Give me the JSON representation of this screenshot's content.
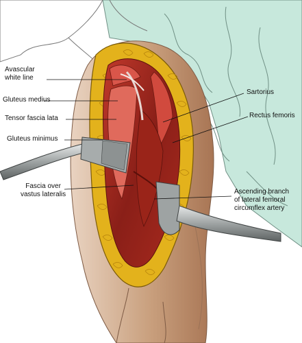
{
  "labels": {
    "avascular_white_line": {
      "line1": "Avascular",
      "line2": "white line"
    },
    "gluteus_medius": "Gluteus medius",
    "tensor_fascia_lata": "Tensor fascia lata",
    "gluteus_minimus": "Gluteus minimus",
    "fascia_over_vastus": {
      "line1": "Fascia over",
      "line2": "vastus lateralis"
    },
    "sartorius": "Sartorius",
    "rectus_femoris": "Rectus femoris",
    "ascending_branch": {
      "line1": "Ascending branch",
      "line2": "of lateral femoral",
      "line3": "circumflex artery"
    }
  },
  "colors": {
    "skin": "#c9a07e",
    "skin_shadow": "#a3704f",
    "fat": "#e3b21c",
    "fat_dark": "#b9860e",
    "muscle": "#c0392b",
    "muscle_dark": "#7c1a14",
    "deep_tissue": "#8a1f18",
    "drape": "#c7e8dc",
    "retractor": "#9ea3a3",
    "fascia_white": "#e8d7d2"
  }
}
